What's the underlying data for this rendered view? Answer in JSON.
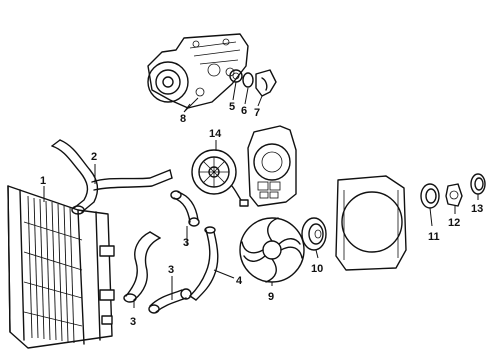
{
  "callouts": {
    "c1": "1",
    "c2": "2",
    "c3a": "3",
    "c3b": "3",
    "c3c": "3",
    "c4": "4",
    "c5": "5",
    "c6": "6",
    "c7": "7",
    "c8": "8",
    "c9": "9",
    "c10": "10",
    "c11": "11",
    "c12": "12",
    "c13": "13",
    "c14": "14"
  }
}
